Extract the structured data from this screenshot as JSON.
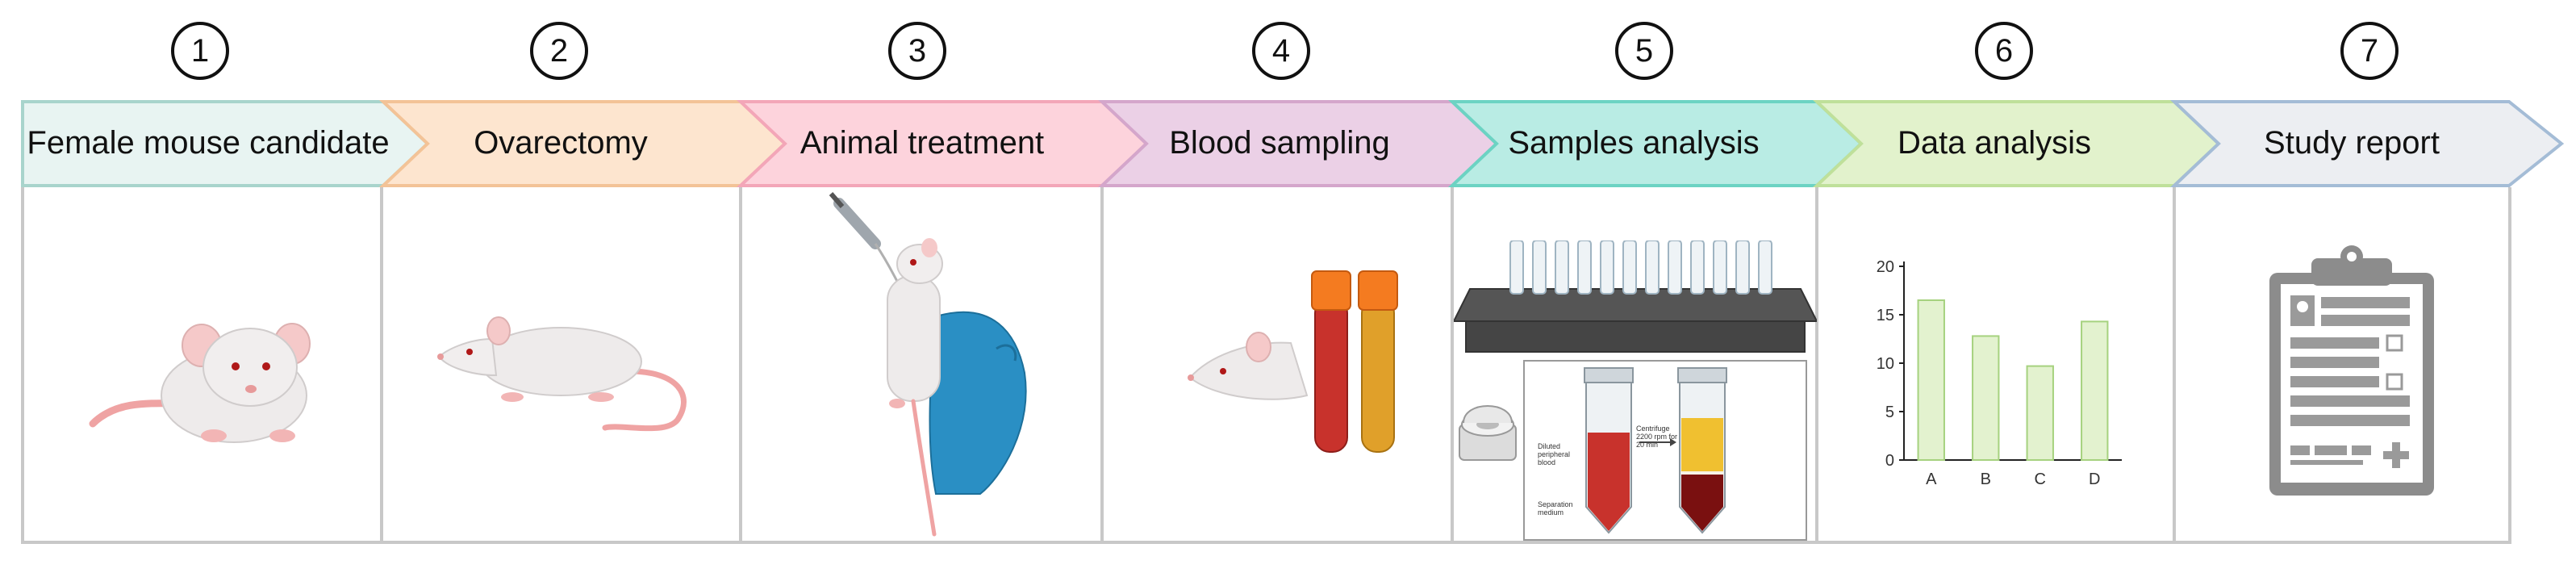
{
  "steps": [
    {
      "number": "1",
      "label": "Female mouse candidate",
      "fill": "#e8f4f2",
      "stroke": "#a8d4cc"
    },
    {
      "number": "2",
      "label": "Ovarectomy",
      "fill": "#fde5cf",
      "stroke": "#f3c397"
    },
    {
      "number": "3",
      "label": "Animal treatment",
      "fill": "#fdd3dc",
      "stroke": "#f3a6b8"
    },
    {
      "number": "4",
      "label": "Blood sampling",
      "fill": "#ebd0e6",
      "stroke": "#d4a6cb"
    },
    {
      "number": "5",
      "label": "Samples analysis",
      "fill": "#b9ece4",
      "stroke": "#6cd3c3"
    },
    {
      "number": "6",
      "label": "Data analysis",
      "fill": "#e2f2cc",
      "stroke": "#bfe09a"
    },
    {
      "number": "7",
      "label": "Study report",
      "fill": "#eceef2",
      "stroke": "#a4bcd6"
    }
  ],
  "centrifuge": {
    "left_tube_labels": [
      "Diluted",
      "peripheral",
      "blood"
    ],
    "bottom_left_labels": [
      "Separation",
      "medium"
    ],
    "arrow_labels": [
      "Centrifuge",
      "2200 rpm for",
      "20 min"
    ]
  },
  "chart_data": {
    "type": "bar",
    "categories": [
      "A",
      "B",
      "C",
      "D"
    ],
    "values": [
      16.5,
      12.8,
      9.7,
      14.3
    ],
    "yticks": [
      "0",
      "5",
      "10",
      "15",
      "20"
    ],
    "ylim": [
      0,
      20
    ],
    "grid": false,
    "bar_color": "#e3f2cf",
    "bar_stroke": "#a6d27f"
  }
}
